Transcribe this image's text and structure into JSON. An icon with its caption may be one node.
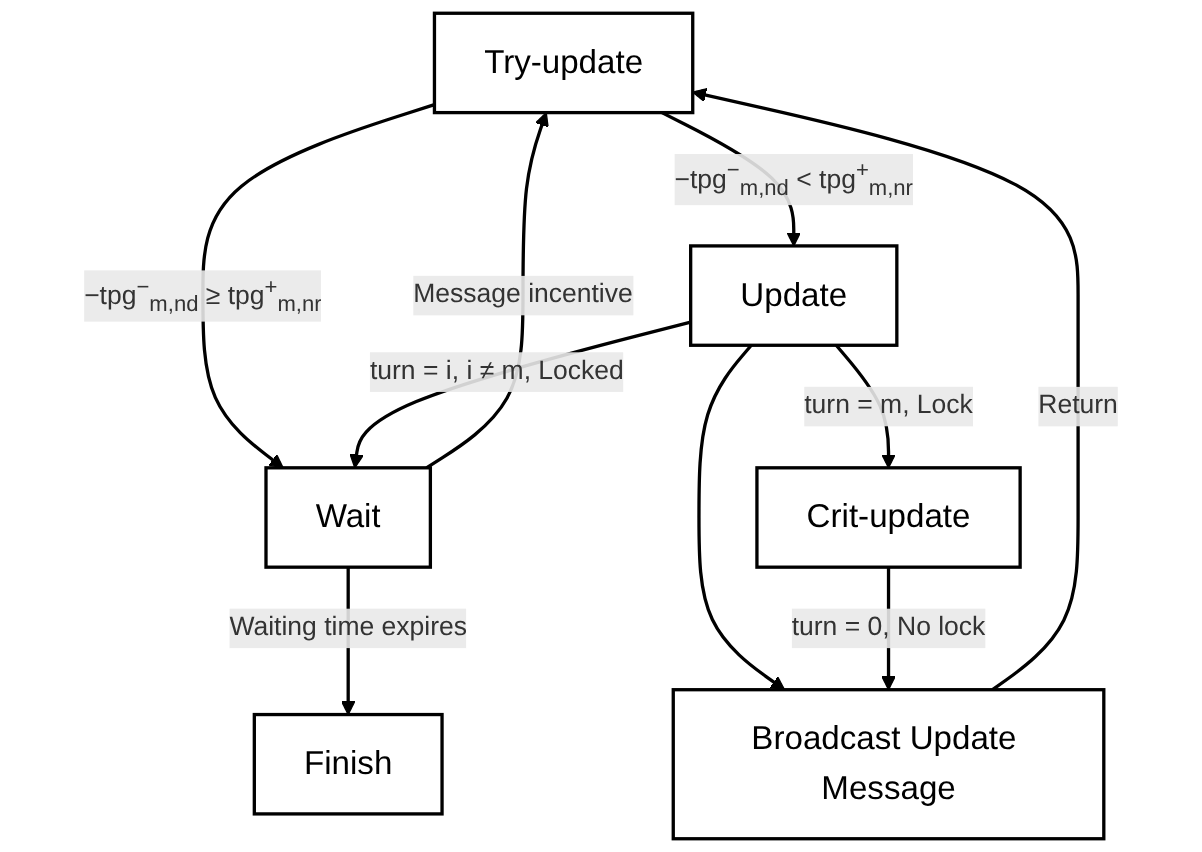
{
  "diagram": {
    "nodes": [
      {
        "text": [
          "Try-update"
        ]
      },
      {
        "text": [
          "Wait"
        ]
      },
      {
        "text": [
          "Finish"
        ]
      },
      {
        "text": [
          "Update"
        ]
      },
      {
        "text": [
          "Broadcast Update Message"
        ]
      },
      {
        "text": [
          "Crit-update"
        ]
      }
    ],
    "edges": [
      {
        "from": 0,
        "to": 1,
        "arrow": "to",
        "label": "−tpg$^{−}$$_{m,nd}$ ≥ tpg$^{+}$$_{m,nr}$"
      },
      {
        "from": 1,
        "to": 0,
        "arrow": "to",
        "label": "Message incentive"
      },
      {
        "from": 1,
        "to": 2,
        "arrow": "to",
        "label": "Waiting time expires"
      },
      {
        "from": 0,
        "to": 3,
        "arrow": "to",
        "label": "−tpg$^{−}$$_{m,nd}$ < tpg$^{+}$$_{m,nr}$"
      },
      {
        "from": 3,
        "to": 1,
        "arrow": "to",
        "label": "turn = i, i ≠ m, Locked"
      },
      {
        "from": 3,
        "to": 4,
        "arrow": "to"
      },
      {
        "from": 3,
        "to": 5,
        "arrow": "to",
        "label": "turn = m, Lock"
      },
      {
        "from": 5,
        "to": 4,
        "arrow": "to",
        "label": "turn = 0, No lock"
      },
      {
        "from": 4,
        "to": 0,
        "arrow": "to",
        "label": "Return"
      }
    ]
  }
}
